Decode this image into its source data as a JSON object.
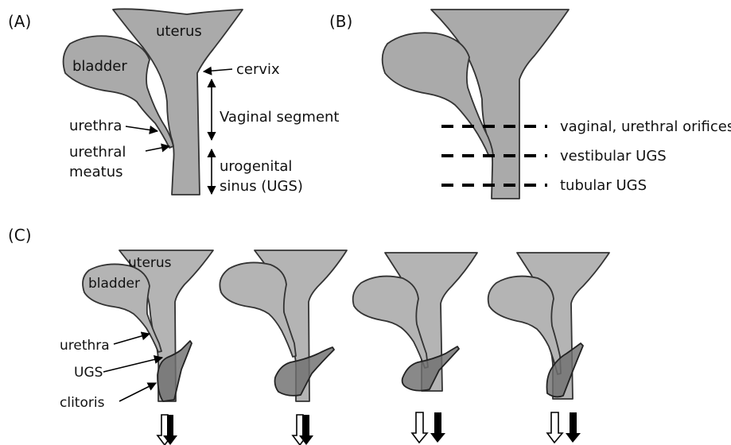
{
  "panels": {
    "a": {
      "letter": "(A)",
      "labels": {
        "uterus": "uterus",
        "bladder": "bladder",
        "cervix": "cervix",
        "urethra": "urethra",
        "urethral_meatus_line1": "urethral",
        "urethral_meatus_line2": "meatus",
        "vaginal_segment": "Vaginal segment",
        "ugs_line1": "urogenital",
        "ugs_line2": "sinus (UGS)"
      }
    },
    "b": {
      "letter": "(B)",
      "levels": [
        "vaginal, urethral orifices",
        "vestibular UGS",
        "tubular UGS"
      ]
    },
    "c": {
      "letter": "(C)",
      "labels": {
        "uterus": "uterus",
        "bladder": "bladder",
        "urethra": "urethra",
        "ugs": "UGS",
        "clitoris": "clitoris"
      }
    }
  },
  "colors": {
    "organ_fill": "#aaaaaa",
    "clitoris_fill": "#6f6f6f",
    "outline": "#333333"
  }
}
